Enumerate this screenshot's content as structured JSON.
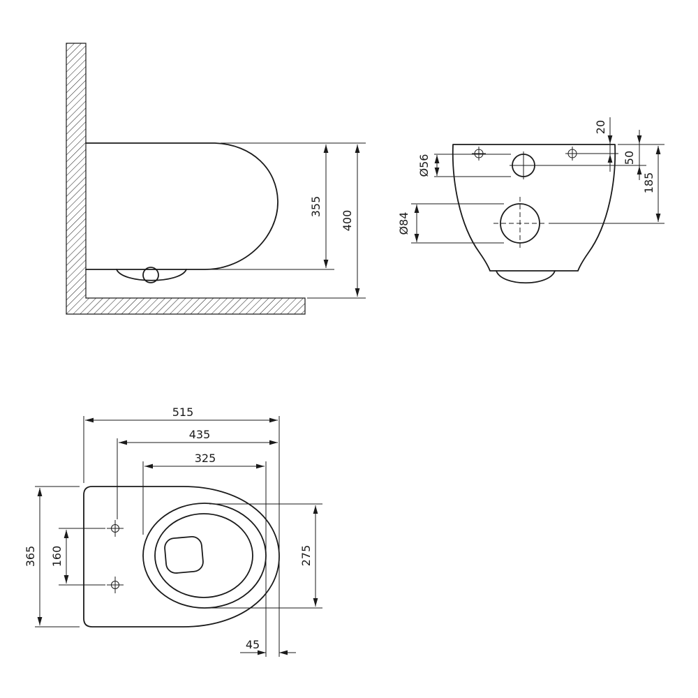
{
  "style": {
    "ink": "#1a1a1a",
    "background": "#ffffff"
  },
  "views": {
    "side": {
      "rim_height": "355",
      "total_height": "400"
    },
    "rear": {
      "edge_to_holes": "20",
      "edge_to_inlet": "50",
      "edge_to_outlet": "185",
      "inlet_diameter": "Ø56",
      "outlet_diameter": "Ø84"
    },
    "top": {
      "total_length": "515",
      "holes_to_front": "435",
      "opening_length": "325",
      "total_width": "365",
      "holes_spacing": "160",
      "opening_width": "275",
      "front_offset": "45"
    }
  }
}
